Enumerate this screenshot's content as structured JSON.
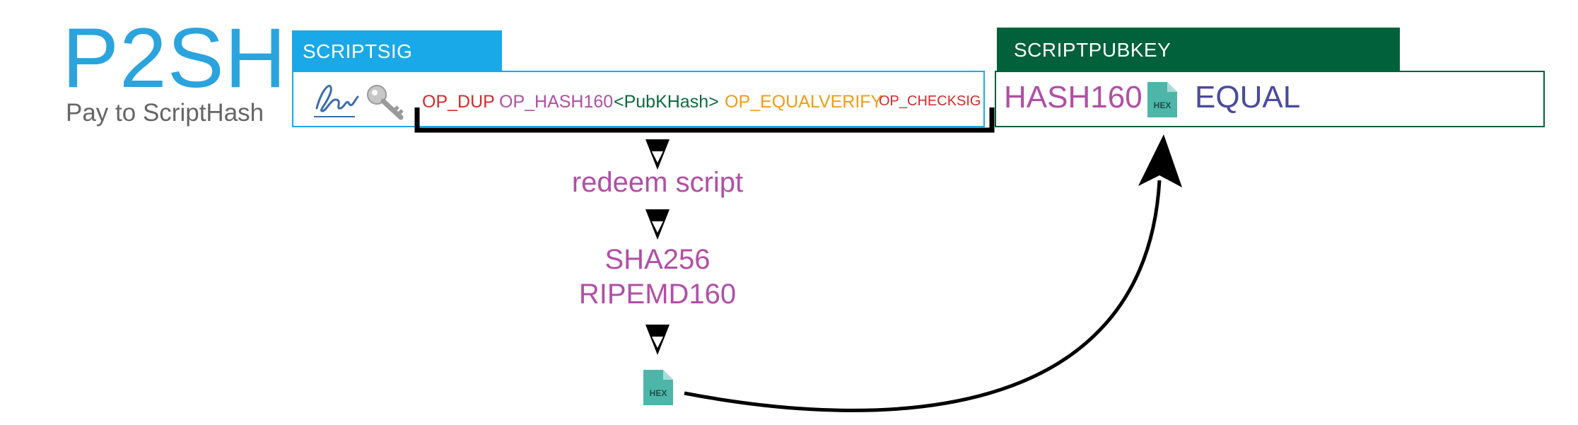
{
  "title": "P2SH",
  "subtitle": "Pay to ScriptHash",
  "scriptsig": {
    "header": "SCRIPTSIG",
    "tokens": {
      "op_dup": "OP_DUP",
      "op_hash160": "OP_HASH160",
      "pubkhash": "<PubKHash>",
      "op_equalverify": "OP_EQUALVERIFY",
      "op_checksig": "OP_CHECKSIG"
    },
    "icons": [
      "signature-icon",
      "key-icon"
    ]
  },
  "scriptpubkey": {
    "header": "SCRIPTPUBKEY",
    "hash": "HASH160",
    "hex_label": "HEX",
    "equal": "EQUAL"
  },
  "flow": {
    "redeem": "redeem script",
    "sha": "SHA256",
    "ripemd": "RIPEMD160",
    "hex_label": "HEX"
  },
  "colors": {
    "blue": "#1aa9e8",
    "green": "#00613a",
    "purple": "#b14fa6",
    "red": "#d62b2b",
    "orange": "#f39c12",
    "teal": "#4db6a8"
  }
}
